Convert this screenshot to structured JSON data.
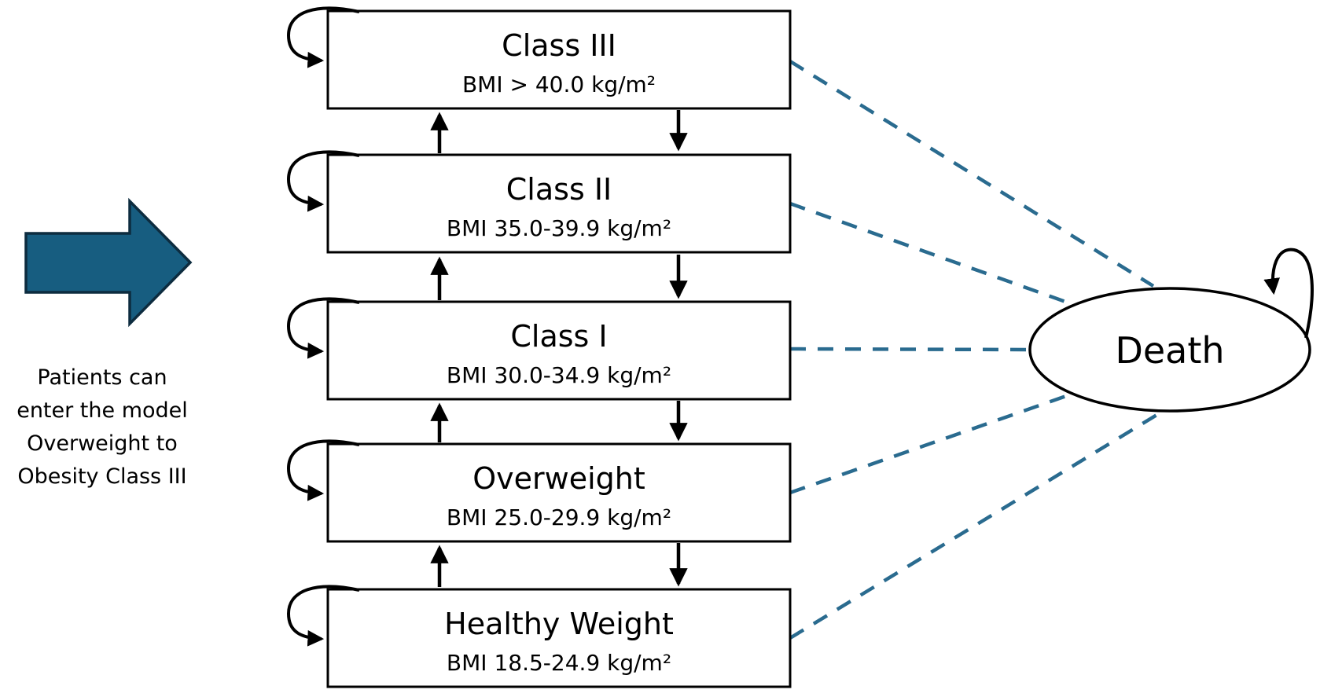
{
  "diagram": {
    "entry_note": {
      "lines": [
        "Patients can",
        "enter the model",
        "Overweight to",
        "Obesity Class III"
      ]
    },
    "states": [
      {
        "title": "Class III",
        "subtitle": "BMI > 40.0 kg/m²"
      },
      {
        "title": "Class II",
        "subtitle": "BMI 35.0-39.9 kg/m²"
      },
      {
        "title": "Class I",
        "subtitle": "BMI 30.0-34.9 kg/m²"
      },
      {
        "title": "Overweight",
        "subtitle": "BMI 25.0-29.9 kg/m²"
      },
      {
        "title": "Healthy Weight",
        "subtitle": "BMI 18.5-24.9 kg/m²"
      }
    ],
    "death_state": {
      "label": "Death"
    },
    "colors": {
      "transition_to_death": "#2a6b8f",
      "entry_arrow_fill": "#175d80",
      "entry_arrow_border": "#0d2c3f",
      "line_stroke": "#000000",
      "background": "#ffffff"
    }
  }
}
